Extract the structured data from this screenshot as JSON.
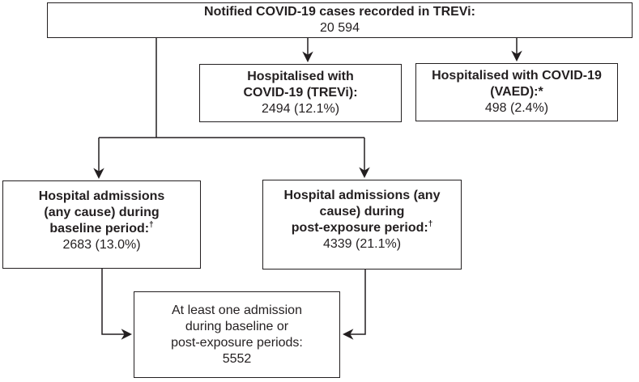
{
  "figure": {
    "description": "Flowchart of notified COVID-19 cases and hospital admissions",
    "boxes": {
      "notified": {
        "title": "Notified COVID-19 cases recorded in TREVi:",
        "value": "20 594"
      },
      "hospitalised_trevi": {
        "title": "Hospitalised with\nCOVID-19 (TREVi):",
        "sup": "",
        "value": "2494 (12.1%)"
      },
      "hospitalised_vaed": {
        "title": "Hospitalised with COVID-19\n(VAED):*",
        "sup": "",
        "value": "498 (2.4%)"
      },
      "baseline_admissions": {
        "title": "Hospital admissions\n(any cause) during\nbaseline period:",
        "sup": "†",
        "value": "2683 (13.0%)"
      },
      "post_exposure_admissions": {
        "title": "Hospital admissions (any\ncause) during\npost-exposure period:",
        "sup": "†",
        "value": "4339 (21.1%)"
      },
      "combined_admissions": {
        "title": "At least one admission\nduring baseline or\npost-exposure periods:",
        "value": "5552"
      }
    },
    "colors": {
      "text": "#231f20",
      "line": "#231f20",
      "background": "#ffffff"
    }
  }
}
